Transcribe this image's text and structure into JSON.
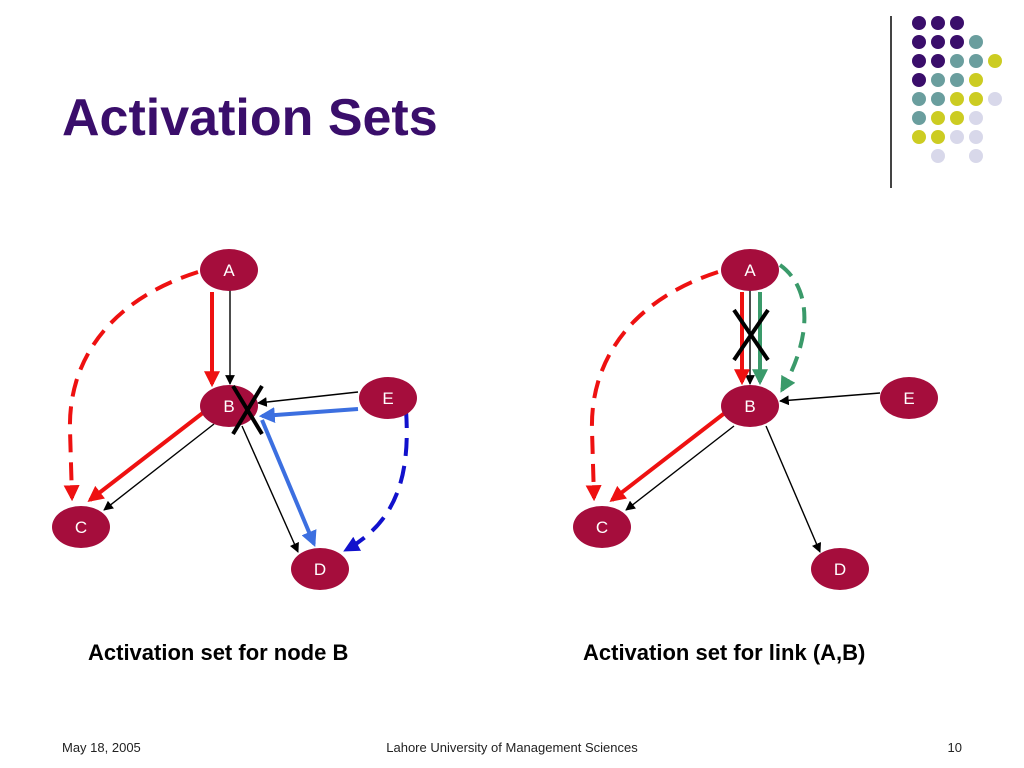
{
  "title": "Activation Sets",
  "diagrams": [
    {
      "caption": "Activation set for node B",
      "nodes": {
        "A": "A",
        "B": "B",
        "C": "C",
        "D": "D",
        "E": "E"
      }
    },
    {
      "caption": "Activation set for link (A,B)",
      "nodes": {
        "A": "A",
        "B": "B",
        "C": "C",
        "D": "D",
        "E": "E"
      }
    }
  ],
  "footer": {
    "date": "May 18, 2005",
    "organization": "Lahore University of Management Sciences",
    "page": "10"
  },
  "colors": {
    "title": "#3a0e6b",
    "node": "#a50d3c",
    "red_arrow": "#ee1111",
    "blue_arrow": "#3c6fe0",
    "dark_blue_dash": "#1111cc",
    "green_arrow": "#3a9a6a",
    "dot_purple": "#3a0e6b",
    "dot_teal": "#6a9e9e",
    "dot_yellow": "#cccc22",
    "dot_lavender": "#d8d8ea"
  }
}
